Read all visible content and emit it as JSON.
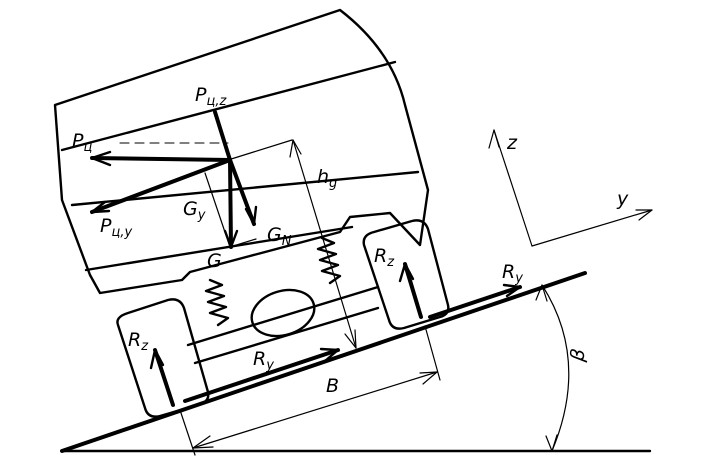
{
  "labels": {
    "pc_z": {
      "main": "P",
      "sub": "ц,z"
    },
    "pc": {
      "main": "P",
      "sub": "ц"
    },
    "pc_y": {
      "main": "P",
      "sub": "ц,y"
    },
    "h_g": {
      "main": "h",
      "sub": "g"
    },
    "g_y": {
      "main": "G",
      "sub": "y"
    },
    "g_n": {
      "main": "G",
      "sub": "N"
    },
    "g": "G",
    "rz_right": {
      "main": "R",
      "sub": "z"
    },
    "rz_left": {
      "main": "R",
      "sub": "z"
    },
    "ry_right": {
      "main": "R",
      "sub": "y"
    },
    "ry_left": {
      "main": "R",
      "sub": "y"
    },
    "b": "B",
    "beta": "β",
    "axis_z": "z",
    "axis_y": "y"
  },
  "colors": {
    "ink": "#000000",
    "paper": "#ffffff"
  }
}
